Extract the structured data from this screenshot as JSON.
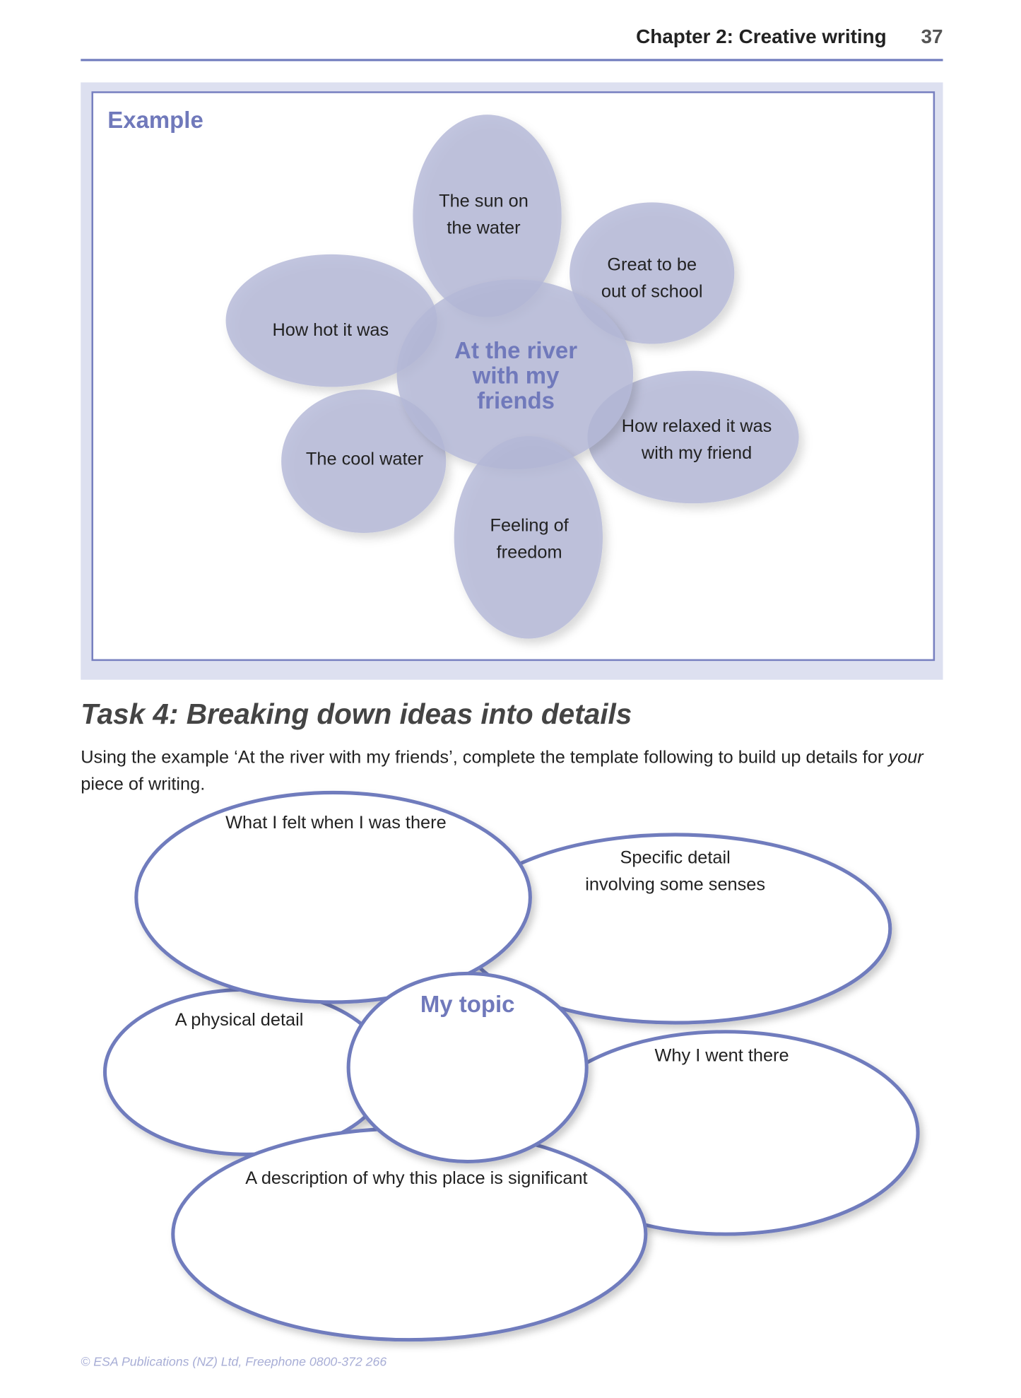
{
  "header": {
    "chapter": "Chapter 2: Creative writing",
    "page_number": "37"
  },
  "example": {
    "label": "Example",
    "center": [
      "At the river",
      "with my",
      "friends"
    ],
    "petals": [
      {
        "lines": [
          "The sun on",
          "the water"
        ]
      },
      {
        "lines": [
          "Great to be",
          "out of school"
        ]
      },
      {
        "lines": [
          "How hot it was"
        ]
      },
      {
        "lines": [
          "How relaxed it was",
          "with my friend"
        ]
      },
      {
        "lines": [
          "The cool water"
        ]
      },
      {
        "lines": [
          "Feeling of",
          "freedom"
        ]
      }
    ]
  },
  "task": {
    "title": "Task 4: Breaking down ideas into details",
    "instruction_pre": "Using the example ‘At the river with my friends’, complete the template following to build up details for ",
    "instruction_em": "your",
    "instruction_line2": "piece of writing."
  },
  "template": {
    "center": "My topic",
    "felt": "What I felt when I was there",
    "specific": [
      "Specific detail",
      "involving some senses"
    ],
    "physical": "A physical detail",
    "why": "Why I went there",
    "description": "A description of why this place is significant"
  },
  "footer": "© ESA Publications (NZ) Ltd, Freephone 0800-372 266",
  "colors": {
    "accent": "#6f7bbd",
    "panel": "#dde0f0",
    "petal": "#b3b8d7"
  }
}
